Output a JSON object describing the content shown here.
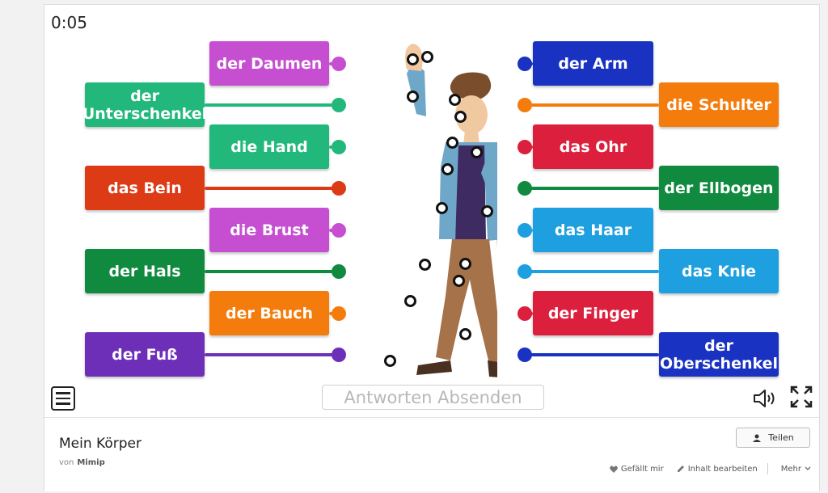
{
  "timer": "0:05",
  "labels": [
    {
      "text": "der Daumen",
      "color": "#c64fd1"
    },
    {
      "text": "der Unterschenkel",
      "color": "#22b87b"
    },
    {
      "text": "die Hand",
      "color": "#22b87b"
    },
    {
      "text": "das Bein",
      "color": "#dd3a16"
    },
    {
      "text": "die Brust",
      "color": "#c64fd1"
    },
    {
      "text": "der Hals",
      "color": "#0f8a3e"
    },
    {
      "text": "der Bauch",
      "color": "#f47c0c"
    },
    {
      "text": "der Fuß",
      "color": "#6e2fb8"
    },
    {
      "text": "der Arm",
      "color": "#1a32c2"
    },
    {
      "text": "die Schulter",
      "color": "#f47c0c"
    },
    {
      "text": "das Ohr",
      "color": "#dc1f3d"
    },
    {
      "text": "der Ellbogen",
      "color": "#0f8a3e"
    },
    {
      "text": "das Haar",
      "color": "#1d9fe0"
    },
    {
      "text": "das Knie",
      "color": "#1d9fe0"
    },
    {
      "text": "der Finger",
      "color": "#dc1f3d"
    },
    {
      "text": "der Oberschenkel",
      "color": "#1a32c2"
    }
  ],
  "controls": {
    "submit_label": "Antworten Absenden"
  },
  "footer": {
    "title": "Mein Körper",
    "by": "von",
    "author": "Mimip",
    "share_label": "Teilen",
    "like_label": "Gefällt mir",
    "edit_label": "Inhalt bearbeiten",
    "more_label": "Mehr"
  }
}
